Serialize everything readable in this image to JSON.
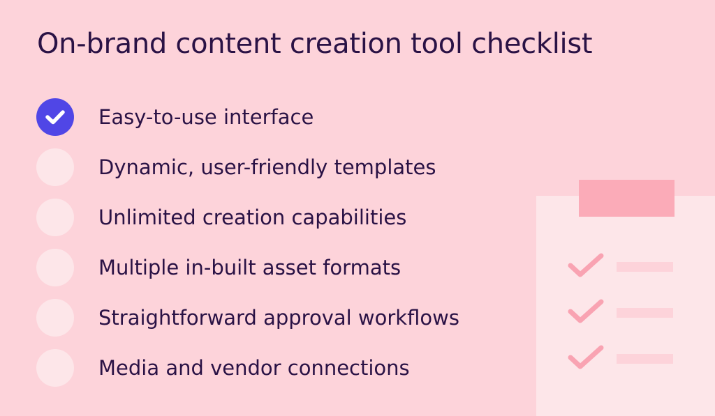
{
  "title": "On-brand content creation tool checklist",
  "checklist": [
    {
      "label": "Easy-to-use interface",
      "checked": true
    },
    {
      "label": "Dynamic, user-friendly templates",
      "checked": false
    },
    {
      "label": "Unlimited creation capabilities",
      "checked": false
    },
    {
      "label": "Multiple in-built asset formats",
      "checked": false
    },
    {
      "label": "Straightforward approval workflows",
      "checked": false
    },
    {
      "label": "Media and vendor connections",
      "checked": false
    }
  ],
  "colors": {
    "background": "#fdd3da",
    "text": "#2a1245",
    "accent": "#5046e6",
    "circle": "#fde6e9",
    "clipboard": "#fde6e9",
    "clip": "#fbabb8",
    "decorative_check": "#f9a3b2"
  },
  "icons": {
    "checked": "check-mark-icon",
    "decorative": "clipboard-icon"
  }
}
